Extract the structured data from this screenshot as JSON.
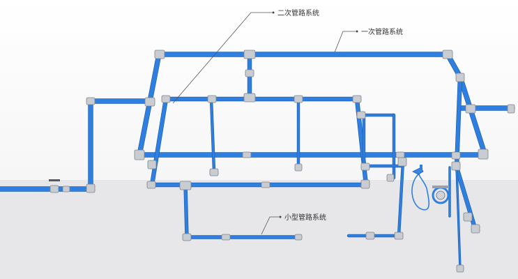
{
  "labels": {
    "secondary_system": "二次管路系统",
    "primary_system": "一次管路系统",
    "small_system": "小型管路系统"
  },
  "colors": {
    "pipe": "#2f7fe0",
    "pipe_edge": "#1f5fb0",
    "fitting": "#c9cdd2",
    "fitting_edge": "#7d838a",
    "floor": "#e7e7e9",
    "wall": "#ffffff"
  },
  "icons": {
    "valve": "ball-valve-icon",
    "hose_reel": "hose-reel-icon",
    "air_gun": "air-gun-icon",
    "drop_outlet": "drop-outlet-icon"
  }
}
